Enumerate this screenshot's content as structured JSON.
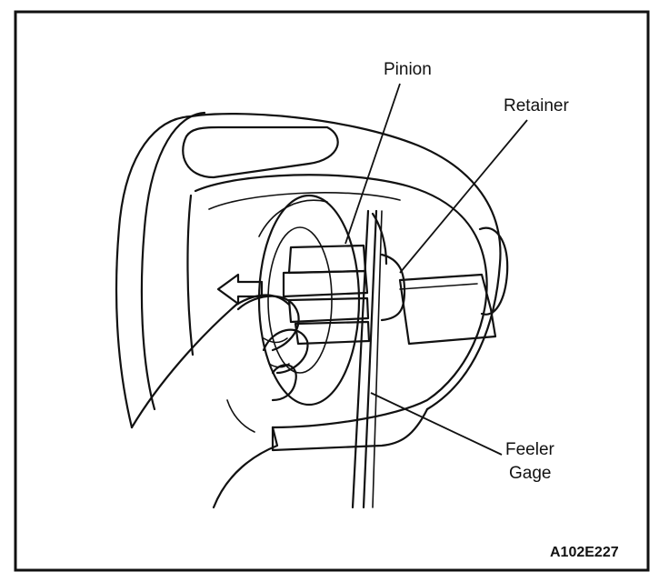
{
  "figure": {
    "labels": {
      "pinion": "Pinion",
      "retainer": "Retainer",
      "feeler_line1": "Feeler",
      "feeler_line2": "Gage"
    },
    "figure_code": "A102E227"
  }
}
